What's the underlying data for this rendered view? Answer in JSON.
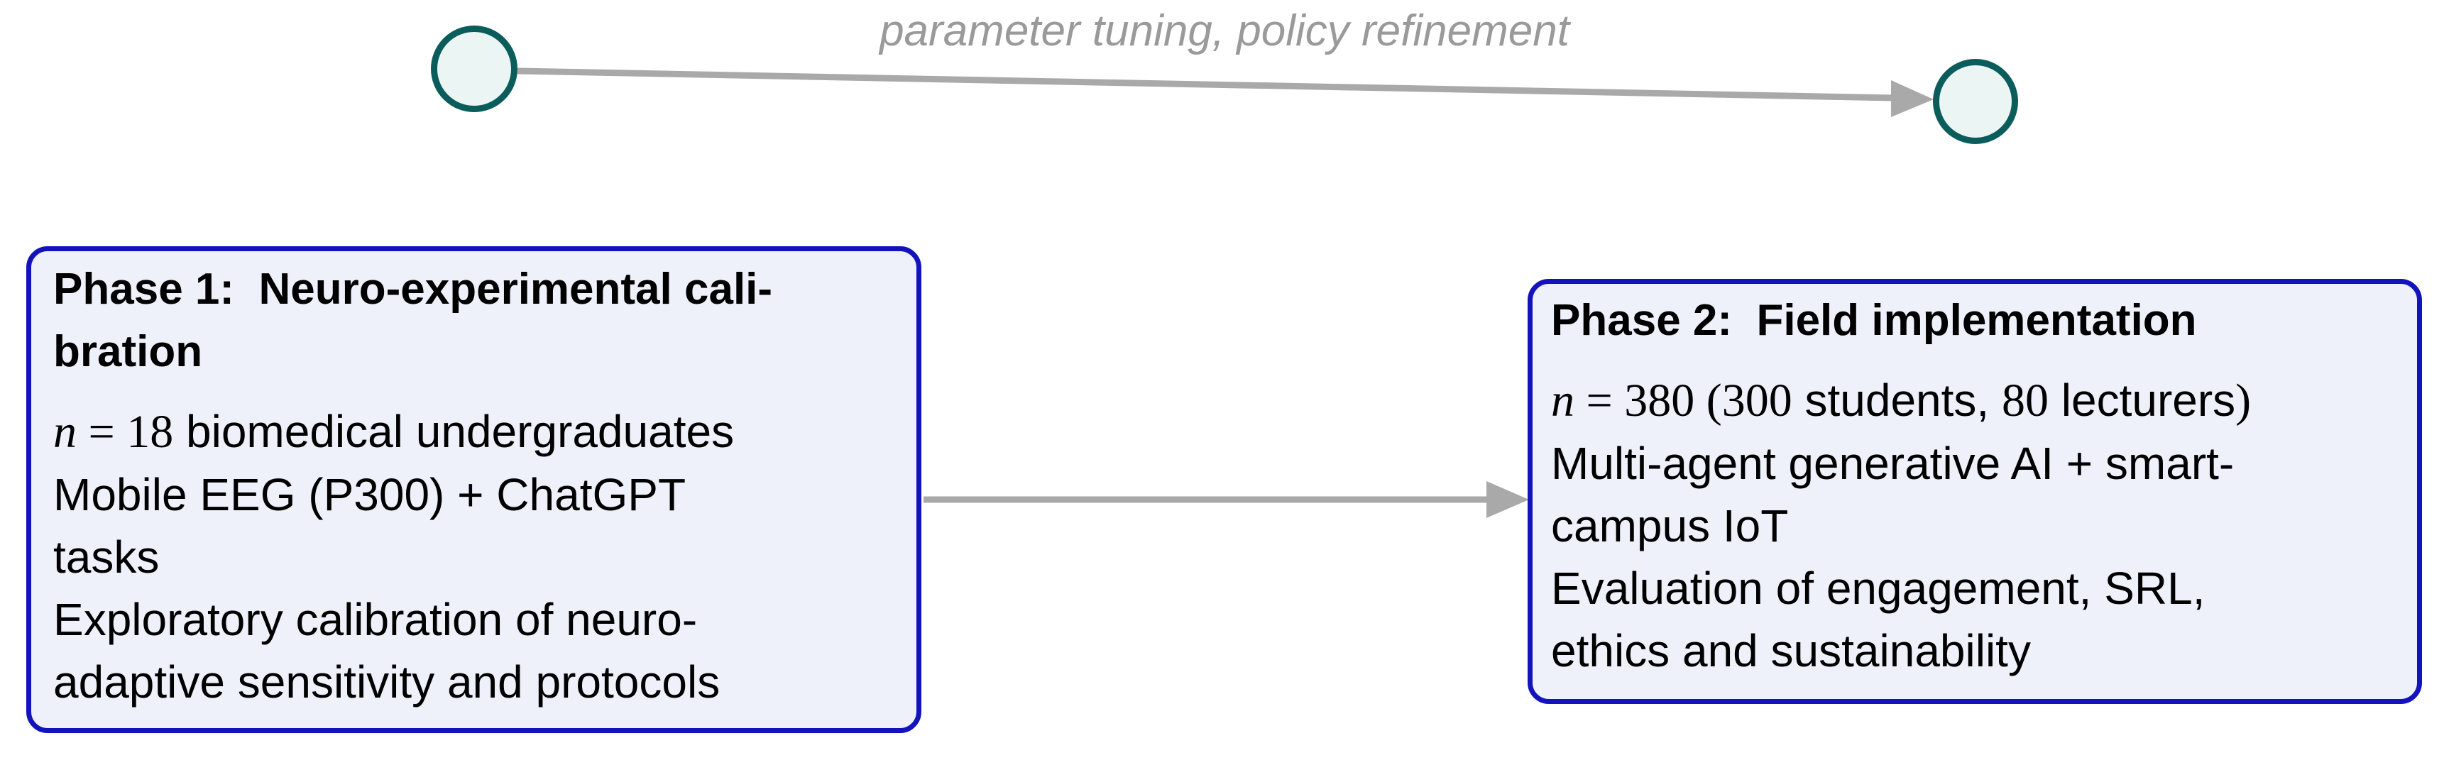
{
  "diagram": {
    "top_connector": {
      "label": "parameter tuning, policy refinement"
    },
    "phase1": {
      "title_line1": "Phase 1:  Neuro-experimental cali-",
      "title_line2": "bration",
      "body_line1": [
        {
          "s": "mi",
          "t": "n"
        },
        {
          "s": "ms",
          "t": " = 18"
        },
        {
          "s": "tx",
          "t": " biomedical undergraduates"
        }
      ],
      "body_line2": "Mobile EEG (P300) + ChatGPT",
      "body_line3": "tasks",
      "body_line4": "Exploratory calibration of neuro-",
      "body_line5": "adaptive sensitivity and protocols"
    },
    "phase2": {
      "title_line1": "Phase 2:  Field implementation",
      "body_line1": [
        {
          "s": "mi",
          "t": "n"
        },
        {
          "s": "ms",
          "t": " = 380 (300"
        },
        {
          "s": "tx",
          "t": " students, "
        },
        {
          "s": "ms",
          "t": "80"
        },
        {
          "s": "tx",
          "t": " lecturers"
        },
        {
          "s": "ms",
          "t": ")"
        }
      ],
      "body_line2": "Multi-agent generative AI + smart-",
      "body_line3": "campus IoT",
      "body_line4": "Evaluation of engagement, SRL,",
      "body_line5": "ethics and sustainability"
    },
    "colors": {
      "box_border": "#1313bd",
      "box_fill": "#eef0fa",
      "node_border": "#0b5d5b",
      "node_fill": "#ebf6f4",
      "connector_gray": "#a9a9a9",
      "label_gray": "#9a9a9a",
      "text": "#000000"
    }
  }
}
